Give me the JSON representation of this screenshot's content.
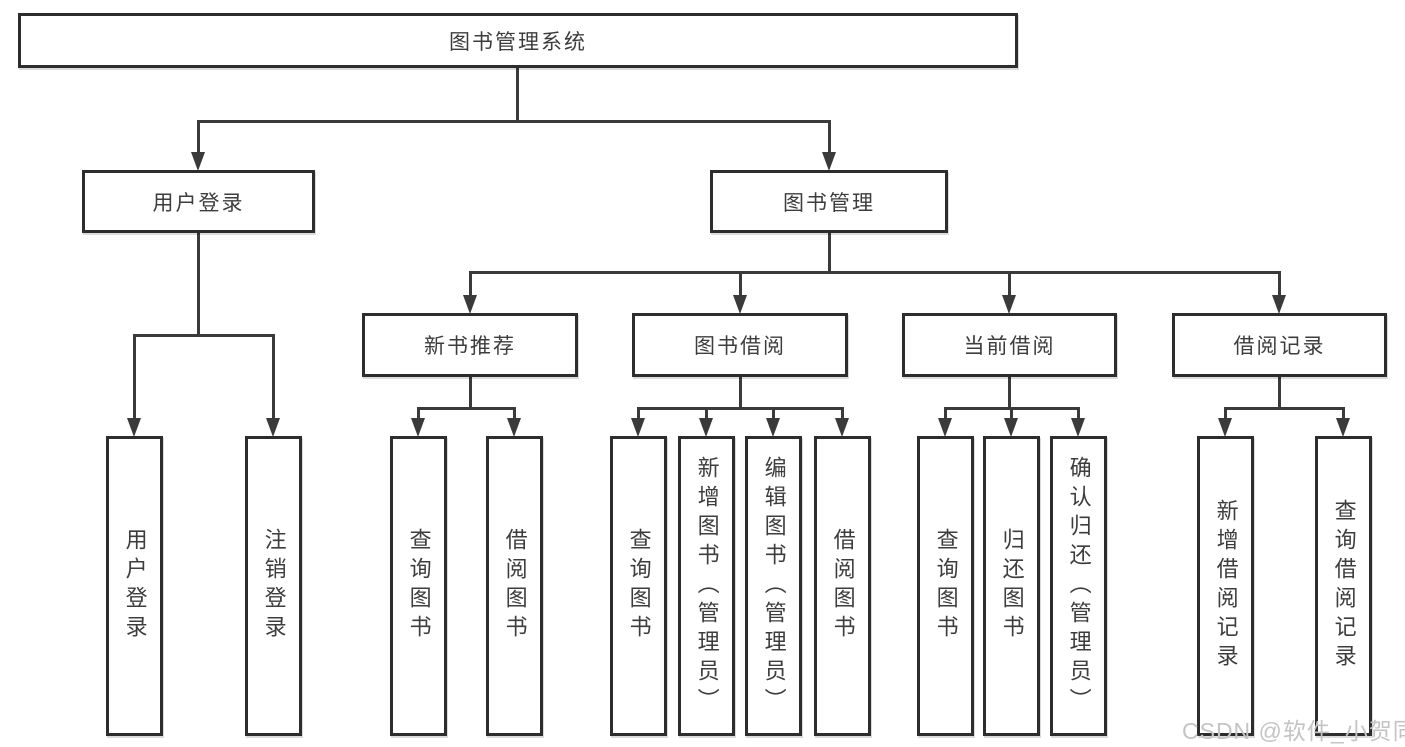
{
  "diagram": {
    "root": "图书管理系统",
    "level2": {
      "user_login": "用户登录",
      "book_management": "图书管理"
    },
    "level3": {
      "new_books": "新书推荐",
      "borrowing": "图书借阅",
      "current": "当前借阅",
      "records": "借阅记录"
    },
    "leaves": {
      "login": "用户登录",
      "logout": "注销登录",
      "nb_query": "查询图书",
      "nb_borrow": "借阅图书",
      "bw_query": "查询图书",
      "bw_add": "新增图书（管理员）",
      "bw_edit": "编辑图书（管理员）",
      "bw_borrow": "借阅图书",
      "cu_query": "查询图书",
      "cu_return": "归还图书",
      "cu_confirm": "确认归还（管理员）",
      "rc_add": "新增借阅记录",
      "rc_query": "查询借阅记录"
    },
    "watermark": "CSDN @软件_小贺同学",
    "colors": {
      "line": "#3a3a3a",
      "box_border": "#2d2d2d",
      "text": "#3d3d3d",
      "watermark": "#c4c4c4",
      "background": "#ffffff"
    }
  }
}
